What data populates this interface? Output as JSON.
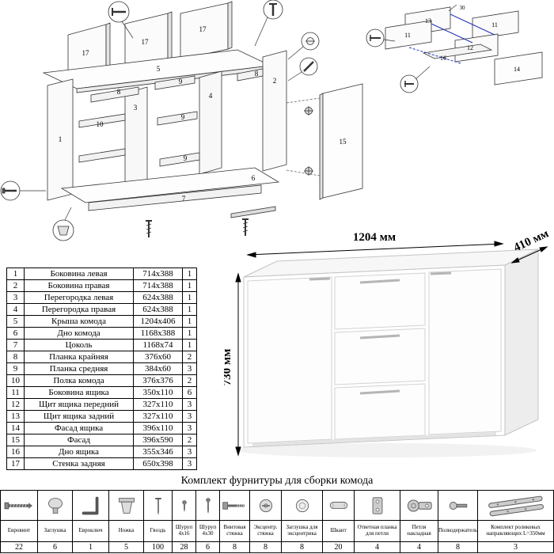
{
  "page": {
    "hardware_title": "Комплект фурнитуры для сборки комода"
  },
  "dimensions": {
    "width": "1204 мм",
    "depth": "410 мм",
    "height": "730 мм"
  },
  "parts_table": {
    "rows": [
      {
        "num": "1",
        "name": "Боковина левая",
        "size": "714x388",
        "qty": "1"
      },
      {
        "num": "2",
        "name": "Боковина правая",
        "size": "714x388",
        "qty": "1"
      },
      {
        "num": "3",
        "name": "Перегородка левая",
        "size": "624x388",
        "qty": "1"
      },
      {
        "num": "4",
        "name": "Перегородка правая",
        "size": "624x388",
        "qty": "1"
      },
      {
        "num": "5",
        "name": "Крыша комода",
        "size": "1204x406",
        "qty": "1"
      },
      {
        "num": "6",
        "name": "Дно комода",
        "size": "1168x388",
        "qty": "1"
      },
      {
        "num": "7",
        "name": "Цоколь",
        "size": "1168x74",
        "qty": "1"
      },
      {
        "num": "8",
        "name": "Планка крайняя",
        "size": "376x60",
        "qty": "2"
      },
      {
        "num": "9",
        "name": "Планка средняя",
        "size": "384x60",
        "qty": "3"
      },
      {
        "num": "10",
        "name": "Полка комода",
        "size": "376x376",
        "qty": "2"
      },
      {
        "num": "11",
        "name": "Боковина ящика",
        "size": "350x110",
        "qty": "6"
      },
      {
        "num": "12",
        "name": "Щит ящика передний",
        "size": "327x110",
        "qty": "3"
      },
      {
        "num": "13",
        "name": "Щит ящика задний",
        "size": "327x110",
        "qty": "3"
      },
      {
        "num": "14",
        "name": "Фасад ящика",
        "size": "396x110",
        "qty": "3"
      },
      {
        "num": "15",
        "name": "Фасад",
        "size": "396x590",
        "qty": "2"
      },
      {
        "num": "16",
        "name": "Дно ящика",
        "size": "355x346",
        "qty": "3"
      },
      {
        "num": "17",
        "name": "Стенка задняя",
        "size": "650x398",
        "qty": "3"
      }
    ]
  },
  "hardware": {
    "items": [
      {
        "name": "Евровинт",
        "qty": "22"
      },
      {
        "name": "Заглушка",
        "qty": "6"
      },
      {
        "name": "Евроключ",
        "qty": "1"
      },
      {
        "name": "Ножка",
        "qty": "5"
      },
      {
        "name": "Гвоздь",
        "qty": "100"
      },
      {
        "name": "Шуруп 4x16",
        "qty": "28"
      },
      {
        "name": "Шуруп 4x30",
        "qty": "6"
      },
      {
        "name": "Винтовая стяжка",
        "qty": "8"
      },
      {
        "name": "Эксцентр. стяжка",
        "qty": "8"
      },
      {
        "name": "Заглушка для эксцентрика",
        "qty": "8"
      },
      {
        "name": "Шкант",
        "qty": "20"
      },
      {
        "name": "Ответная планка для петли",
        "qty": "4"
      },
      {
        "name": "Петля накладная",
        "qty": "4"
      },
      {
        "name": "Полкодержатель",
        "qty": "8"
      },
      {
        "name": "Комплект роликовых направляющих L=350мм",
        "qty": "3"
      }
    ]
  },
  "diagram_main": {
    "labels": [
      "17",
      "17",
      "17",
      "5",
      "8",
      "9",
      "9",
      "9",
      "8",
      "3",
      "4",
      "10",
      "1",
      "2",
      "6",
      "7",
      "15"
    ]
  },
  "diagram_detail": {
    "labels": [
      "13",
      "11",
      "11",
      "12",
      "14",
      "16",
      "30"
    ]
  }
}
